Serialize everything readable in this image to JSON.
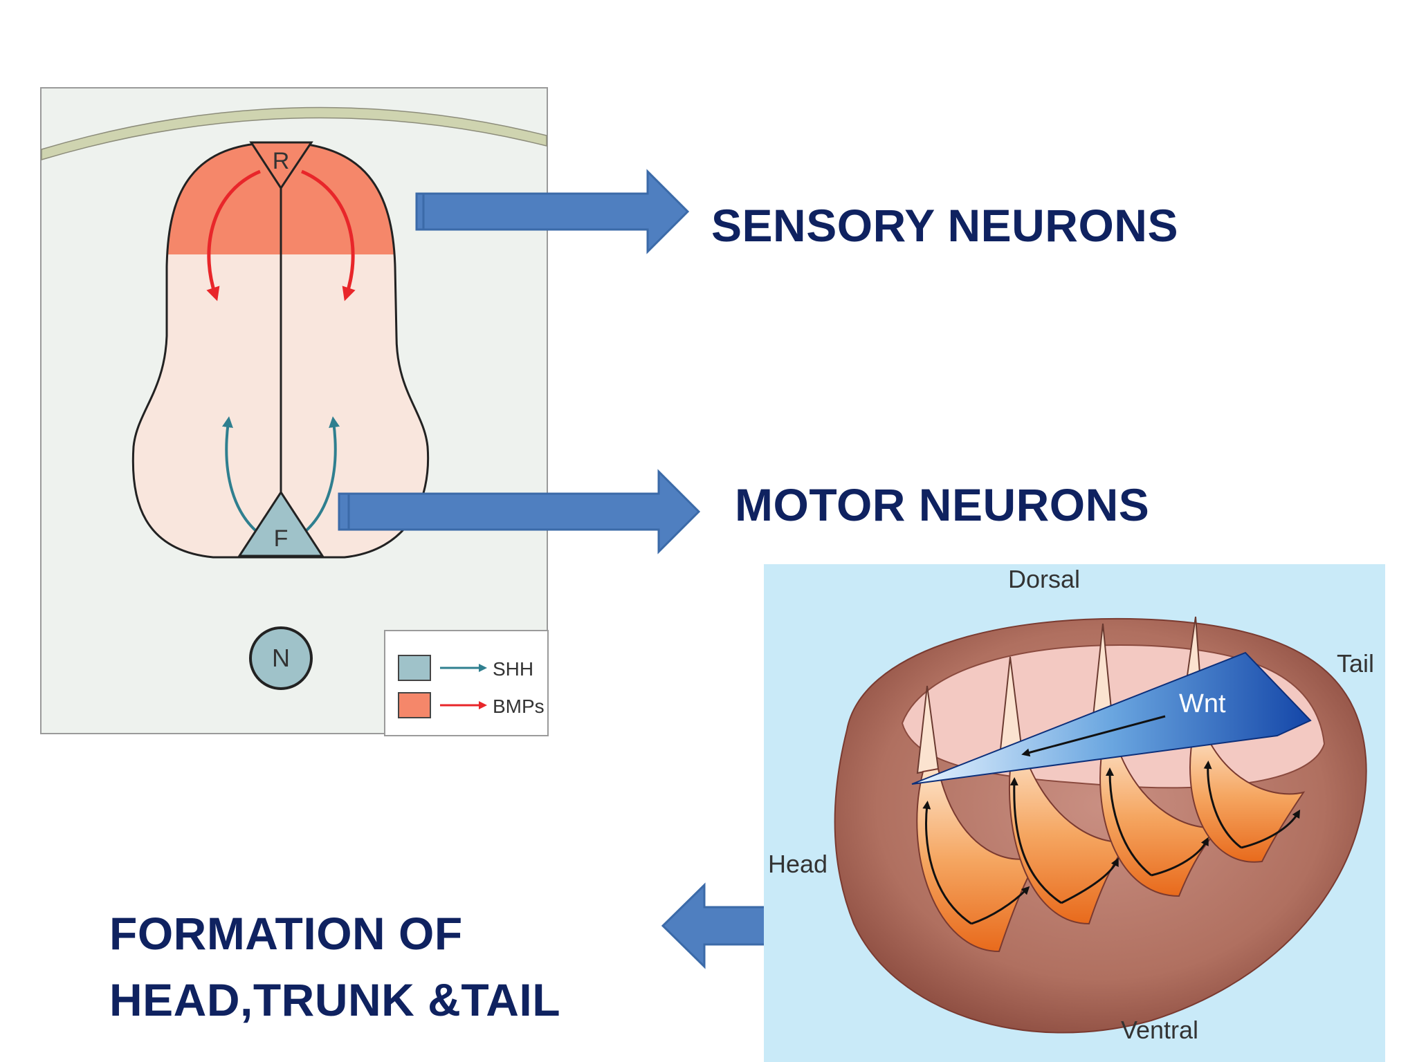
{
  "neural_tube": {
    "roof_plate_label": "R",
    "floor_plate_label": "F",
    "notochord_label": "N",
    "legend": [
      {
        "label": "SHH",
        "color": "#9fc2c9",
        "arrow_color": "#2f7f8f"
      },
      {
        "label": "BMPs",
        "color": "#f5876a",
        "arrow_color": "#e8262a"
      }
    ]
  },
  "captions": {
    "sensory": "SENSORY NEURONS",
    "motor": "MOTOR NEURONS",
    "formation_line1": "FORMATION OF",
    "formation_line2": "HEAD,TRUNK &TAIL"
  },
  "embryo": {
    "dorsal": "Dorsal",
    "ventral": "Ventral",
    "head": "Head",
    "tail": "Tail",
    "signal": "Wnt"
  },
  "colors": {
    "caption_text": "#0f2260",
    "block_arrow_fill": "#4f7fc0",
    "block_arrow_stroke": "#3b6aa8",
    "embryo_background": "#c9eaf8",
    "bmp_region": "#f5876a",
    "tube_fill": "#f9e6dd"
  }
}
